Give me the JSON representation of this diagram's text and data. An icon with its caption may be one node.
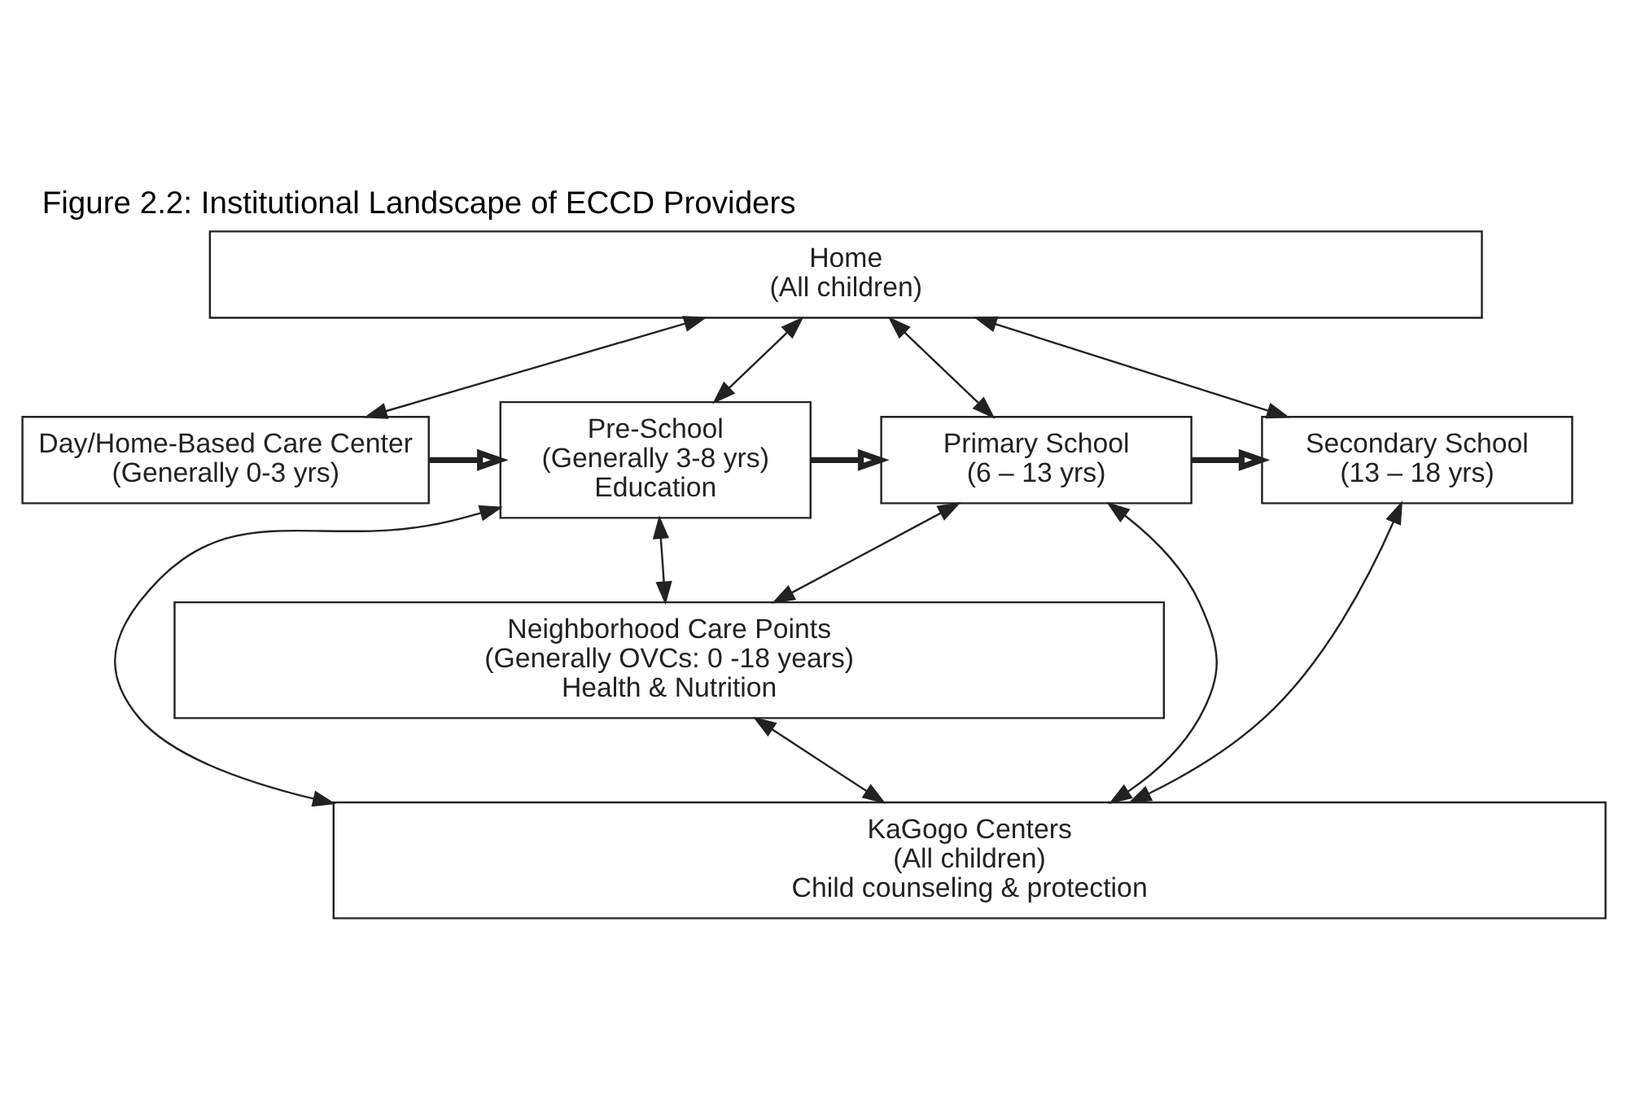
{
  "diagram": {
    "title": "Figure 2.2: Institutional Landscape of ECCD Providers",
    "nodes": [
      {
        "text": [
          "Home",
          "(All children)"
        ]
      },
      {
        "text": [
          "Day/Home-Based Care Center",
          "(Generally 0-3 yrs)"
        ]
      },
      {
        "text": [
          "Pre-School",
          "(Generally 3-8 yrs)",
          "Education"
        ]
      },
      {
        "text": [
          "Primary School",
          "(6 – 13 yrs)"
        ]
      },
      {
        "text": [
          "Secondary School",
          "(13 – 18 yrs)"
        ]
      },
      {
        "text": [
          "Neighborhood Care Points",
          "(Generally OVCs: 0 -18 years)",
          "Health & Nutrition"
        ]
      },
      {
        "text": [
          "KaGogo Centers",
          "(All children)",
          "Child counseling & protection"
        ]
      }
    ],
    "edges": [
      {
        "from": 0,
        "to": 1,
        "arrow": "both"
      },
      {
        "from": 0,
        "to": 2,
        "arrow": "both"
      },
      {
        "from": 0,
        "to": 3,
        "arrow": "both"
      },
      {
        "from": 0,
        "to": 4,
        "arrow": "both"
      },
      {
        "from": 1,
        "to": 2,
        "arrow": "to",
        "style": "thick"
      },
      {
        "from": 2,
        "to": 3,
        "arrow": "to",
        "style": "thick"
      },
      {
        "from": 3,
        "to": 4,
        "arrow": "to",
        "style": "thick"
      },
      {
        "from": 2,
        "to": 5,
        "arrow": "both"
      },
      {
        "from": 3,
        "to": 5,
        "arrow": "both"
      },
      {
        "from": 2,
        "to": 6,
        "arrow": "both"
      },
      {
        "from": 5,
        "to": 6,
        "arrow": "both"
      },
      {
        "from": 3,
        "to": 6,
        "arrow": "both"
      },
      {
        "from": 4,
        "to": 6,
        "arrow": "both"
      }
    ]
  }
}
